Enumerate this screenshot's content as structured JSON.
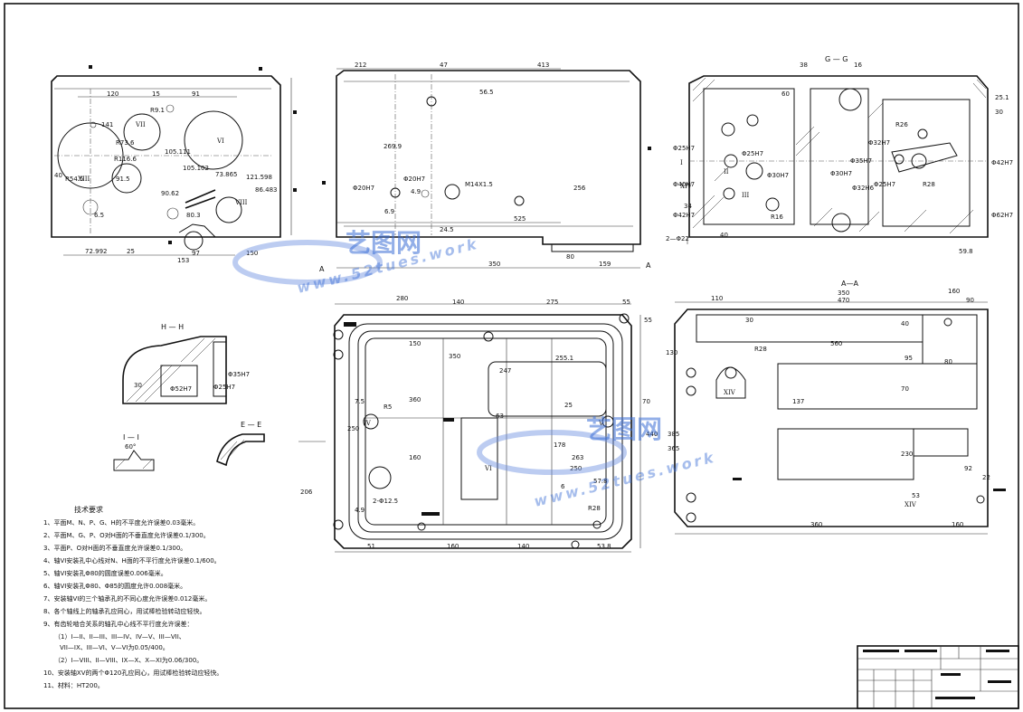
{
  "views": {
    "top_left": {
      "dims": [
        "120",
        "15",
        "91",
        "141",
        "R9.1",
        "R73.6",
        "R116.6",
        "105.111",
        "105.102",
        "73.865",
        "121.598",
        "86.483",
        "91.5",
        "R54.5",
        "72.992",
        "153",
        "97",
        "150",
        "25",
        "40",
        "80.3",
        "90.62",
        "6.5"
      ],
      "romans": [
        "VI",
        "VII",
        "VIII",
        "XIII"
      ]
    },
    "top_middle": {
      "dims": [
        "212",
        "47",
        "413",
        "56.5",
        "269.9",
        "Φ20H7",
        "Φ20H7",
        "4.9",
        "6.9",
        "M14X1.5",
        "256",
        "525",
        "350",
        "80",
        "159",
        "24.5"
      ],
      "section_label": "A"
    },
    "top_right": {
      "title": "G — G",
      "dims": [
        "38",
        "16",
        "25.1",
        "30",
        "60",
        "Φ25H7",
        "Φ25H7",
        "Φ30H7",
        "Φ30H7",
        "Φ35H7",
        "Φ32H7",
        "Φ32H6",
        "Φ40H7",
        "Φ42H7",
        "Φ42H7",
        "Φ62H7",
        "Φ25H7",
        "2—Φ22",
        "59.8",
        "40",
        "34",
        "R26",
        "R28",
        "R16"
      ],
      "romans": [
        "I",
        "II",
        "III",
        "XIV"
      ]
    },
    "h_h": {
      "title": "H — H",
      "dims": [
        "30",
        "Φ52H7",
        "Φ25H7",
        "Φ35H7"
      ]
    },
    "i_i": {
      "title": "I — I",
      "dims": [
        "60°"
      ]
    },
    "e_e": {
      "title": "E — E"
    },
    "bottom_middle": {
      "dims": [
        "280",
        "140",
        "275",
        "55",
        "55",
        "150",
        "247",
        "255.1",
        "350",
        "70",
        "160",
        "250",
        "360",
        "R5",
        "7.5",
        "25",
        "178",
        "263",
        "250",
        "6",
        "57.8",
        "51",
        "160",
        "140",
        "53.8",
        "R28",
        "2-Φ12.5",
        "206",
        "440",
        "63",
        "4.9"
      ],
      "romans": [
        "IV",
        "V",
        "VI"
      ]
    },
    "bottom_right": {
      "title": "A—A",
      "dims": [
        "110",
        "350",
        "470",
        "160",
        "90",
        "30",
        "40",
        "560",
        "95",
        "R28",
        "80",
        "XIV",
        "137",
        "70",
        "230",
        "53",
        "92",
        "22",
        "365",
        "385",
        "360",
        "160",
        "130"
      ],
      "romans": [
        "XIV"
      ]
    }
  },
  "tech_requirements": {
    "heading": "技术要求",
    "items": [
      "1、平面M、N、P、G、H的不平度允许误差0.03毫米。",
      "2、平面M、G、P、O对H面的不垂直度允许误差0.1/300。",
      "3、平面P、O对H面的不垂直度允许误差0.1/300。",
      "4、轴VI安装孔中心线对N、H面的不平行度允许误差0.1/600。",
      "5、轴VI安装孔Φ80的圆度误差0.006毫米。",
      "6、轴VI安装孔Φ80、Φ85的圆度允许0.008毫米。",
      "7、安装轴VI的三个轴承孔的不同心度允许误差0.012毫米。",
      "8、各个轴线上的轴承孔应同心，用试棒检验转动应轻快。",
      "9、有齿轮啮合关系的轴孔中心线不平行度允许误差：",
      "（1）I—II、II—III、III—IV、IV—V、III—VII、",
      "VII—IX、III—VI、V—VI为0.05/400。",
      "（2）I—VIII、II—VIII、IX—X、X—XI为0.06/300。",
      "10、安装轴XV的两个Φ120孔应同心，用试棒检验转动应轻快。",
      "11、材料：HT200。"
    ]
  },
  "watermark": {
    "brand": "艺图网",
    "url": "www.52tues.work"
  },
  "colors": {
    "line": "#111111",
    "watermark": "#3b6fd6"
  }
}
